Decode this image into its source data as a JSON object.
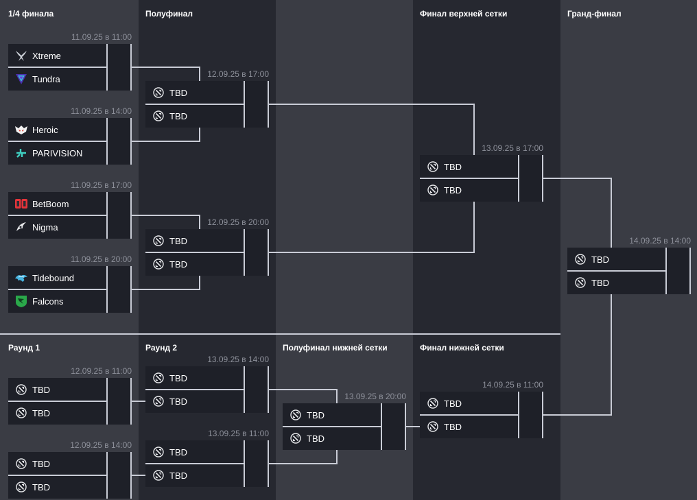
{
  "colors": {
    "column_dark": "#262830",
    "column_light": "#3a3c44",
    "card": "#1e2028",
    "line": "#c9ccd6",
    "date": "#8d909a"
  },
  "rounds": {
    "upper": [
      {
        "title": "1/4 финала"
      },
      {
        "title": "Полуфинал"
      },
      {
        "title": ""
      },
      {
        "title": "Финал верхней сетки"
      },
      {
        "title": "Гранд-финал"
      }
    ],
    "lower": [
      {
        "title": "Раунд 1"
      },
      {
        "title": "Раунд 2"
      },
      {
        "title": "Полуфинал нижней сетки"
      },
      {
        "title": "Финал нижней сетки"
      }
    ]
  },
  "matches": [
    {
      "id": "qf1",
      "date": "11.09.25 в 11:00",
      "teams": [
        {
          "name": "Xtreme",
          "logo": "xtreme-logo-icon"
        },
        {
          "name": "Tundra",
          "logo": "tundra-logo-icon"
        }
      ]
    },
    {
      "id": "qf2",
      "date": "11.09.25 в 14:00",
      "teams": [
        {
          "name": "Heroic",
          "logo": "heroic-logo-icon"
        },
        {
          "name": "PARIVISION",
          "logo": "parivision-logo-icon"
        }
      ]
    },
    {
      "id": "qf3",
      "date": "11.09.25 в 17:00",
      "teams": [
        {
          "name": "BetBoom",
          "logo": "betboom-logo-icon"
        },
        {
          "name": "Nigma",
          "logo": "nigma-logo-icon"
        }
      ]
    },
    {
      "id": "qf4",
      "date": "11.09.25 в 20:00",
      "teams": [
        {
          "name": "Tidebound",
          "logo": "tidebound-logo-icon"
        },
        {
          "name": "Falcons",
          "logo": "falcons-logo-icon"
        }
      ]
    },
    {
      "id": "sf1",
      "date": "12.09.25 в 17:00",
      "teams": [
        {
          "name": "TBD",
          "logo": "dota-logo-icon"
        },
        {
          "name": "TBD",
          "logo": "dota-logo-icon"
        }
      ]
    },
    {
      "id": "sf2",
      "date": "12.09.25 в 20:00",
      "teams": [
        {
          "name": "TBD",
          "logo": "dota-logo-icon"
        },
        {
          "name": "TBD",
          "logo": "dota-logo-icon"
        }
      ]
    },
    {
      "id": "uf",
      "date": "13.09.25 в 17:00",
      "teams": [
        {
          "name": "TBD",
          "logo": "dota-logo-icon"
        },
        {
          "name": "TBD",
          "logo": "dota-logo-icon"
        }
      ]
    },
    {
      "id": "gf",
      "date": "14.09.25 в 14:00",
      "teams": [
        {
          "name": "TBD",
          "logo": "dota-logo-icon"
        },
        {
          "name": "TBD",
          "logo": "dota-logo-icon"
        }
      ]
    },
    {
      "id": "lr1a",
      "date": "12.09.25 в 11:00",
      "teams": [
        {
          "name": "TBD",
          "logo": "dota-logo-icon"
        },
        {
          "name": "TBD",
          "logo": "dota-logo-icon"
        }
      ]
    },
    {
      "id": "lr1b",
      "date": "12.09.25 в 14:00",
      "teams": [
        {
          "name": "TBD",
          "logo": "dota-logo-icon"
        },
        {
          "name": "TBD",
          "logo": "dota-logo-icon"
        }
      ]
    },
    {
      "id": "lr2a",
      "date": "13.09.25 в 14:00",
      "teams": [
        {
          "name": "TBD",
          "logo": "dota-logo-icon"
        },
        {
          "name": "TBD",
          "logo": "dota-logo-icon"
        }
      ]
    },
    {
      "id": "lr2b",
      "date": "13.09.25 в 11:00",
      "teams": [
        {
          "name": "TBD",
          "logo": "dota-logo-icon"
        },
        {
          "name": "TBD",
          "logo": "dota-logo-icon"
        }
      ]
    },
    {
      "id": "lsf",
      "date": "13.09.25 в 20:00",
      "teams": [
        {
          "name": "TBD",
          "logo": "dota-logo-icon"
        },
        {
          "name": "TBD",
          "logo": "dota-logo-icon"
        }
      ]
    },
    {
      "id": "lf",
      "date": "14.09.25 в 11:00",
      "teams": [
        {
          "name": "TBD",
          "logo": "dota-logo-icon"
        },
        {
          "name": "TBD",
          "logo": "dota-logo-icon"
        }
      ]
    }
  ]
}
